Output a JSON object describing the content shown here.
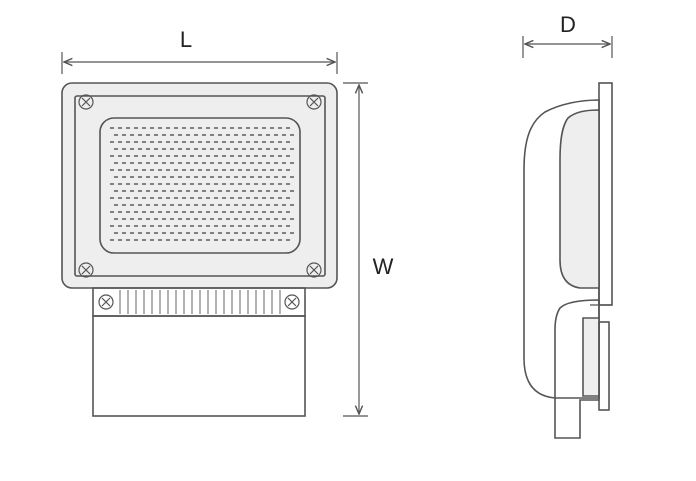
{
  "labels": {
    "length": "L",
    "width": "W",
    "depth": "D"
  },
  "colors": {
    "stroke": "#555555",
    "panel_fill": "#eeeeee",
    "text": "#222222"
  },
  "icons": [
    "screw-icon",
    "led-dot-grid",
    "heatsink-fins"
  ]
}
